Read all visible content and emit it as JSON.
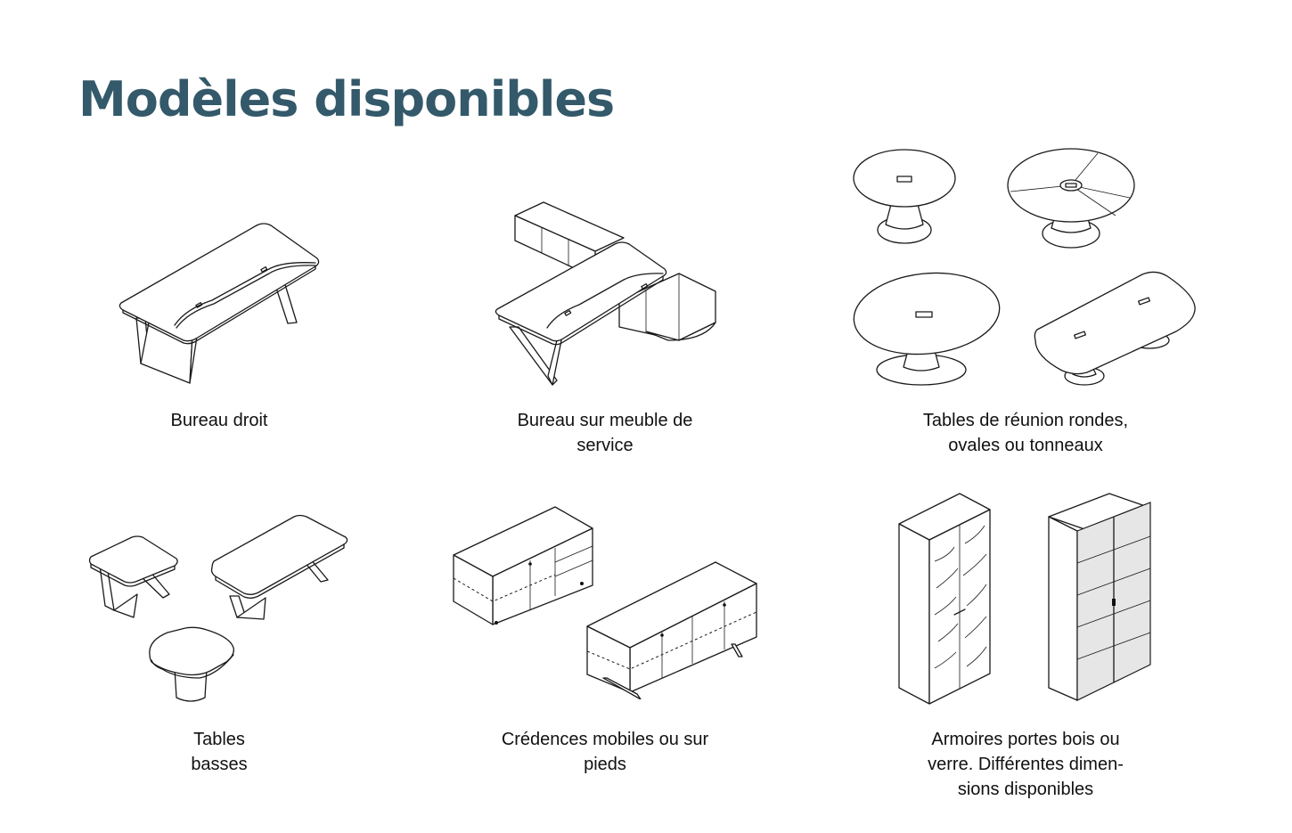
{
  "page": {
    "title": "Modèles disponibles",
    "accent_color": "#33596a"
  },
  "models": [
    {
      "caption": "Bureau droit",
      "icon": "straight-desk-drawing"
    },
    {
      "caption": "Bureau sur meuble de\nservice",
      "icon": "desk-with-return-cabinet-drawing"
    },
    {
      "caption": "Tables de réunion rondes,\novales ou tonneaux",
      "icon": "meeting-tables-drawing"
    },
    {
      "caption": "Tables\nbasses",
      "icon": "coffee-tables-drawing"
    },
    {
      "caption": "Crédences mobiles ou sur\npieds",
      "icon": "credenzas-drawing"
    },
    {
      "caption": "Armoires portes bois ou\nverre. Différentes dimen-\nsions disponibles",
      "icon": "cabinets-drawing"
    }
  ]
}
